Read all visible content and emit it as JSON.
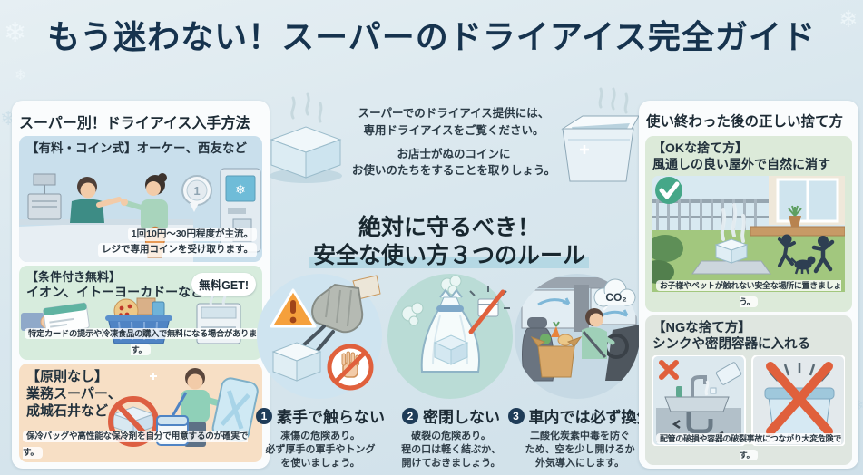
{
  "page": {
    "title": "もう迷わない！スーパーのドライアイス完全ガイド"
  },
  "icons": {
    "snowflake": "❄",
    "coin_number": "1",
    "machine_snowflake": "❄"
  },
  "colors": {
    "title_navy": "#16334e",
    "alert_red": "#e0603c",
    "ok_green": "#45a788",
    "number_navy": "#1f3c58"
  },
  "left": {
    "header": "スーパー別！ドライアイス入手方法",
    "paid": {
      "title": "【有料・コイン式】オーケー、西友など",
      "caption_line1": "1回10円〜30円程度が主流。",
      "caption_line2": "レジで専用コインを受け取ります。"
    },
    "free": {
      "title_line1": "【条件付き無料】",
      "title_line2": "イオン、イトーヨーカドーなど",
      "badge": "無料GET!",
      "caption": "特定カードの提示や冷凍食品の購入で無料になる場合があります。"
    },
    "none": {
      "title_line1": "【原則なし】",
      "title_line2": "業務スーパー、",
      "title_line3": "成城石井など",
      "caption": "保冷バッグや高性能な保冷剤を自分で用意するのが確実です。"
    }
  },
  "middle": {
    "intro_lines": [
      "スーパーでのドライアイス提供には、",
      "専用ドライアイスをご覧ください。",
      "お店士がぬのコインに",
      "お使いのたちをすることを取りしょう。"
    ],
    "heading_line1": "絶対に守るべき！",
    "heading_line2": "安全な使い方３つのルール",
    "co2": "CO₂",
    "rules": [
      {
        "num": "1",
        "title": "素手で触らない",
        "lines": [
          "凍傷の危険あり。",
          "必ず厚手の軍手やトング",
          "を使いましょう。"
        ]
      },
      {
        "num": "2",
        "title": "密閉しない",
        "lines": [
          "破裂の危険あり。",
          "程の口は軽く結ぶか、",
          "開けておきましょう。"
        ]
      },
      {
        "num": "3",
        "title": "車内では必ず換気",
        "lines": [
          "二酸化炭素中毒を防ぐ",
          "ため、空を少し開けるか",
          "外気導入にします。"
        ]
      }
    ]
  },
  "right": {
    "header": "使い終わった後の正しい捨て方",
    "ok": {
      "title_line1": "【OKな捨て方】",
      "title_line2": "風通しの良い屋外で自然に消す",
      "caption": "お子様やペットが触れない安全な場所に置きましょう。"
    },
    "ng": {
      "title_line1": "【NGな捨て方】",
      "title_line2": "シンクや密閉容器に入れる",
      "caption": "配管の破損や容器の破裂事故につながり大変危険です。"
    }
  }
}
